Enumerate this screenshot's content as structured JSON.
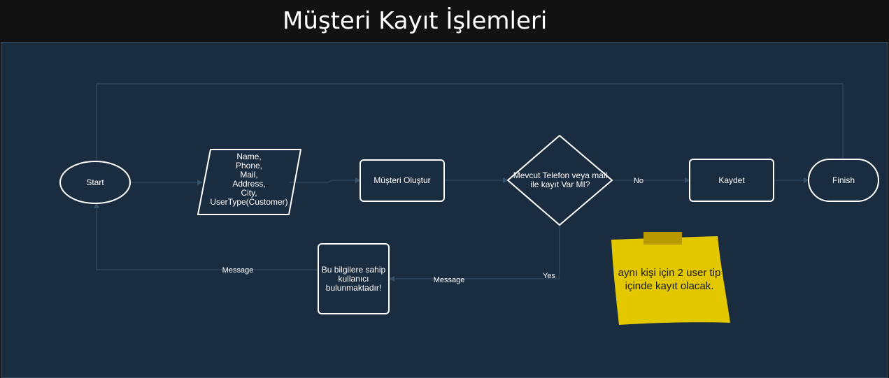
{
  "title": "Müşteri Kayıt İşlemleri",
  "nodes": {
    "start": "Start",
    "input_lines": [
      "Name,",
      "Phone,",
      "Mail,",
      "Address,",
      "City,",
      "UserType(Customer)"
    ],
    "create": "Müşteri Oluştur",
    "decision_lines": [
      "Mevcut Telefon veya mail",
      "ile kayıt Var MI?"
    ],
    "save": "Kaydet",
    "finish": "Finish",
    "message_box_lines": [
      "Bu bilgilere sahip",
      "kullanıcı",
      "bulunmaktadır!"
    ]
  },
  "edges": {
    "no": "No",
    "yes": "Yes",
    "message_right": "Message",
    "message_left": "Message"
  },
  "note": {
    "lines": [
      "aynı kişi için 2 user tip",
      "içinde kayıt olacak."
    ],
    "color": "#e3c800",
    "tape_color": "#b89a00"
  },
  "colors": {
    "canvas": "#1a2d40",
    "shape_stroke": "#ffffff",
    "connector": "#34506a"
  }
}
